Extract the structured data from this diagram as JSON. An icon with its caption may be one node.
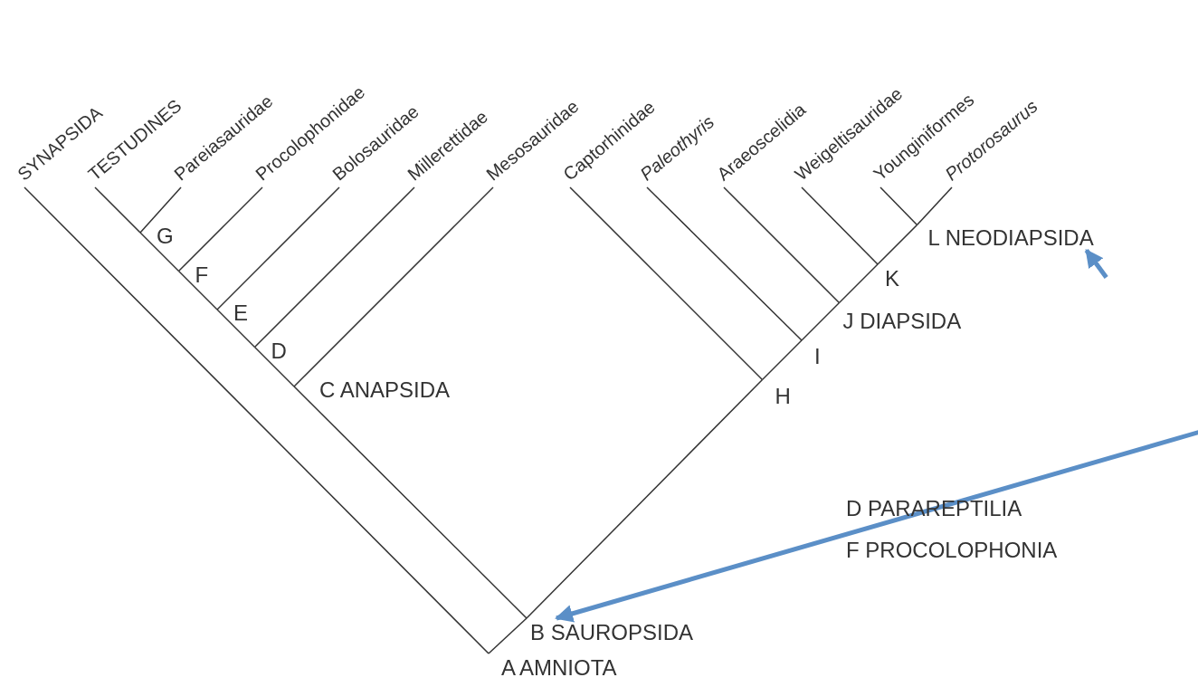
{
  "diagram": {
    "nodes": [
      {
        "text": [
          "SYNAPSIDA"
        ]
      },
      {
        "text": [
          "TESTUDINES"
        ]
      },
      {
        "text": [
          "Pareiasauridae"
        ]
      },
      {
        "text": [
          "Procolophonidae"
        ]
      },
      {
        "text": [
          "Bolosauridae"
        ]
      },
      {
        "text": [
          "Millerettidae"
        ]
      },
      {
        "text": [
          "Mesosauridae"
        ]
      },
      {
        "text": [
          "Captorhinidae"
        ]
      },
      {
        "text": [
          "Paleothyris"
        ]
      },
      {
        "text": [
          "Araeoscelidia"
        ]
      },
      {
        "text": [
          "Weigeltisauridae"
        ]
      },
      {
        "text": [
          "Younginiformes"
        ]
      },
      {
        "text": [
          "Protorosaurus"
        ]
      },
      {
        "text": [
          "A AMNIOTA"
        ]
      },
      {
        "text": [
          "B SAUROPSIDA"
        ]
      },
      {
        "text": [
          "C ANAPSIDA"
        ]
      },
      {
        "text": [
          "D"
        ]
      },
      {
        "text": [
          "E"
        ]
      },
      {
        "text": [
          "F"
        ]
      },
      {
        "text": [
          "G"
        ]
      },
      {
        "text": [
          "H"
        ]
      },
      {
        "text": [
          "I"
        ]
      },
      {
        "text": [
          "J DIAPSIDA"
        ]
      },
      {
        "text": [
          "K"
        ]
      },
      {
        "text": [
          "L NEODIAPSIDA"
        ]
      }
    ],
    "edges": [
      {
        "from": 13,
        "to": 0,
        "arrow": "none"
      },
      {
        "from": 13,
        "to": 14,
        "arrow": "none"
      },
      {
        "from": 14,
        "to": 15,
        "arrow": "none"
      },
      {
        "from": 15,
        "to": 16,
        "arrow": "none"
      },
      {
        "from": 16,
        "to": 17,
        "arrow": "none"
      },
      {
        "from": 17,
        "to": 18,
        "arrow": "none"
      },
      {
        "from": 18,
        "to": 19,
        "arrow": "none"
      },
      {
        "from": 19,
        "to": 1,
        "arrow": "none"
      },
      {
        "from": 19,
        "to": 2,
        "arrow": "none"
      },
      {
        "from": 18,
        "to": 3,
        "arrow": "none"
      },
      {
        "from": 17,
        "to": 4,
        "arrow": "none"
      },
      {
        "from": 16,
        "to": 5,
        "arrow": "none"
      },
      {
        "from": 15,
        "to": 6,
        "arrow": "none"
      },
      {
        "from": 14,
        "to": 20,
        "arrow": "none"
      },
      {
        "from": 20,
        "to": 7,
        "arrow": "none"
      },
      {
        "from": 20,
        "to": 21,
        "arrow": "none"
      },
      {
        "from": 21,
        "to": 8,
        "arrow": "none"
      },
      {
        "from": 21,
        "to": 22,
        "arrow": "none"
      },
      {
        "from": 22,
        "to": 9,
        "arrow": "none"
      },
      {
        "from": 22,
        "to": 23,
        "arrow": "none"
      },
      {
        "from": 23,
        "to": 10,
        "arrow": "none"
      },
      {
        "from": 23,
        "to": 24,
        "arrow": "none"
      },
      {
        "from": 24,
        "to": 11,
        "arrow": "none"
      },
      {
        "from": 24,
        "to": 12,
        "arrow": "none"
      },
      {
        "from": null,
        "to": 14,
        "arrow": "to",
        "style": "thick",
        "color": "#5b8fc7"
      },
      {
        "from": null,
        "to": 24,
        "arrow": "to",
        "style": "thick",
        "color": "#5b8fc7"
      }
    ],
    "labels": [
      "D PARAREPTILIA",
      "F PROCOLOPHONIA"
    ]
  }
}
